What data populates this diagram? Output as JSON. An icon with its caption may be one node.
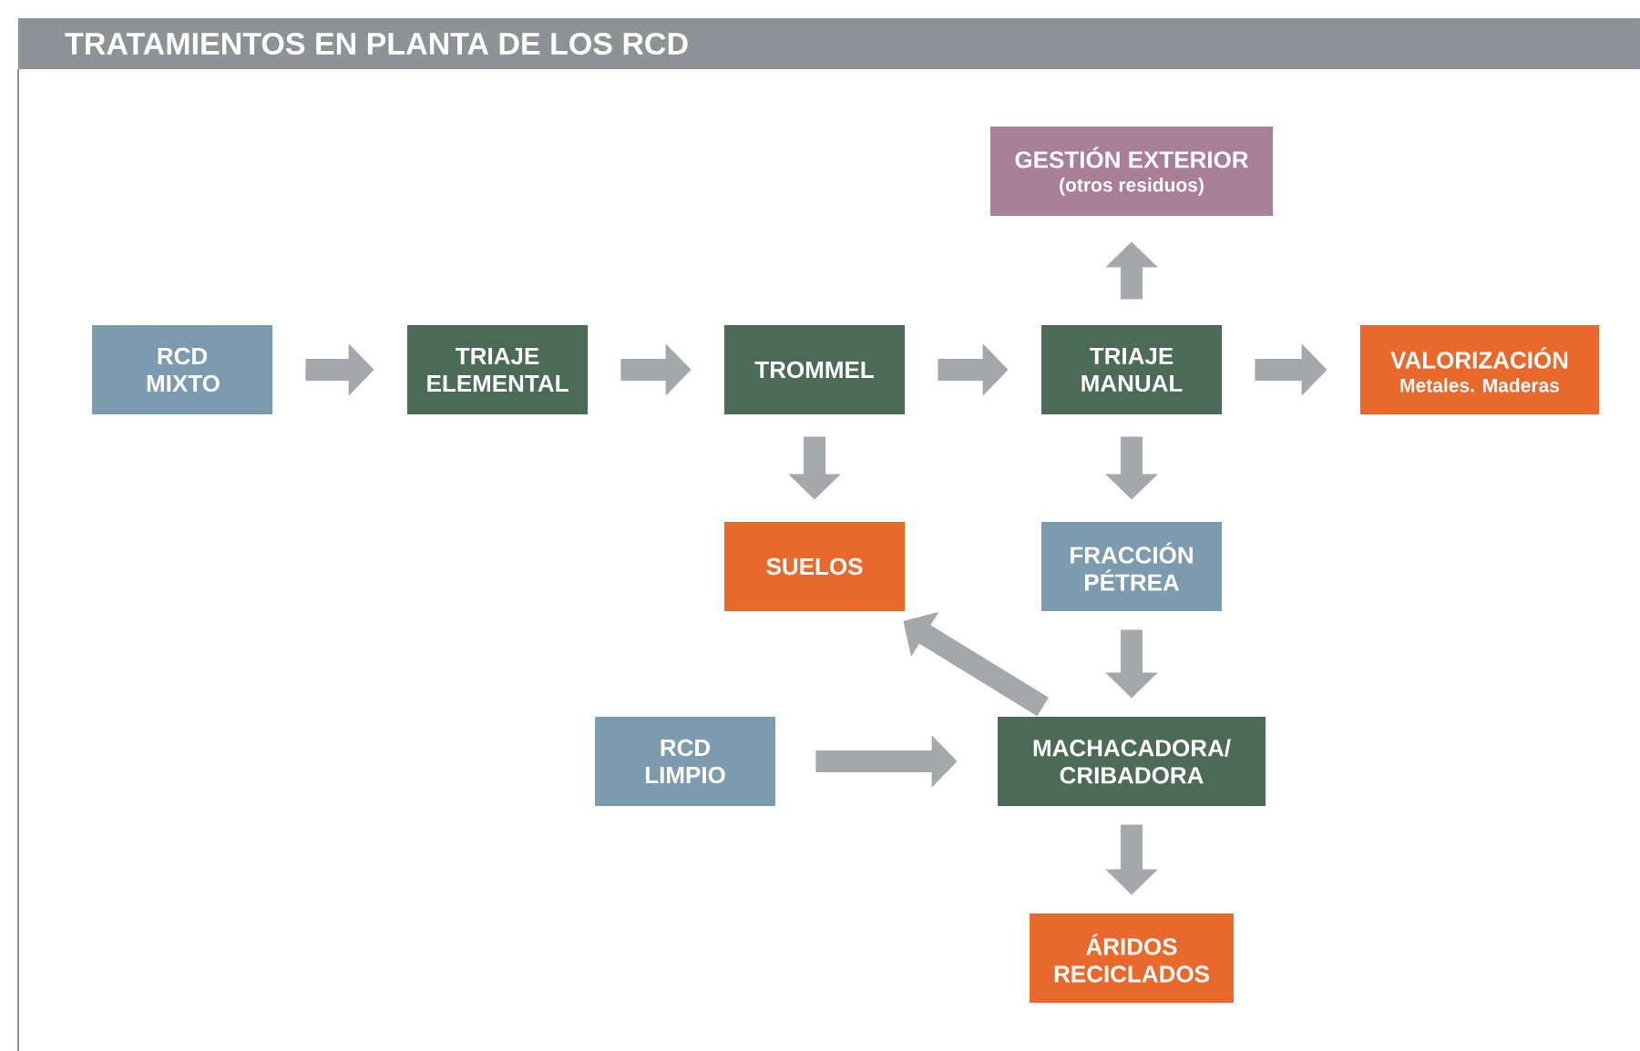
{
  "diagram": {
    "title": "TRATAMIENTOS EN PLANTA DE LOS RCD",
    "nodes": [
      {
        "text": [
          "RCD MIXTO"
        ]
      },
      {
        "text": [
          "TRIAJE ELEMENTAL"
        ]
      },
      {
        "text": [
          "TROMMEL"
        ]
      },
      {
        "text": [
          "GESTIÓN EXTERIOR",
          "(otros residuos)"
        ]
      },
      {
        "text": [
          "TRIAJE MANUAL"
        ]
      },
      {
        "text": [
          "VALORIZACIÓN",
          "Metales. Maderas"
        ]
      },
      {
        "text": [
          "SUELOS"
        ]
      },
      {
        "text": [
          "FRACCIÓN PÉTREA"
        ]
      },
      {
        "text": [
          "RCD LIMPIO"
        ]
      },
      {
        "text": [
          "MACHACADORA/ CRIBADORA"
        ]
      },
      {
        "text": [
          "ÁRIDOS RECICLADOS"
        ]
      }
    ],
    "edges": [
      {
        "from": 0,
        "to": 1,
        "arrow": "to"
      },
      {
        "from": 1,
        "to": 2,
        "arrow": "to"
      },
      {
        "from": 2,
        "to": 4,
        "arrow": "to"
      },
      {
        "from": 4,
        "to": 3,
        "arrow": "to"
      },
      {
        "from": 4,
        "to": 5,
        "arrow": "to"
      },
      {
        "from": 2,
        "to": 6,
        "arrow": "to"
      },
      {
        "from": 4,
        "to": 7,
        "arrow": "to"
      },
      {
        "from": 7,
        "to": 9,
        "arrow": "to"
      },
      {
        "from": 8,
        "to": 9,
        "arrow": "to"
      },
      {
        "from": 9,
        "to": 6,
        "arrow": "to"
      },
      {
        "from": 9,
        "to": 10,
        "arrow": "to"
      }
    ]
  }
}
